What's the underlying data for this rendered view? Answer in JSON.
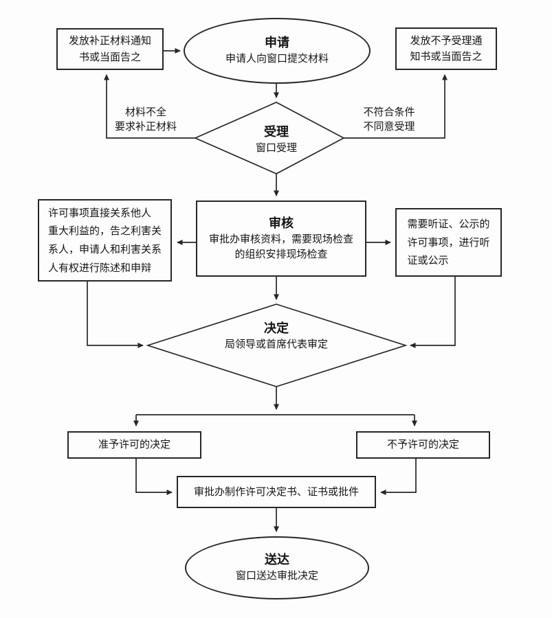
{
  "meta": {
    "background_color": "#fdfdfd",
    "line_color": "#262626",
    "text_color": "#141414"
  },
  "nodes": {
    "issue_supplement_notice": {
      "text": "发放补正材料通知\n书或当面告之"
    },
    "apply": {
      "title": "申请",
      "subtitle": "申请人向窗口提交材料"
    },
    "issue_rejection_notice": {
      "text": "发放不予受理通\n知书或当面告之"
    },
    "accept": {
      "title": "受理",
      "subtitle": "窗口受理"
    },
    "review": {
      "title": "审核",
      "subtitle": "审批办审核资料，需要现场检查\n的组织安排现场检查"
    },
    "notify_stakeholders": {
      "text": "许可事项直接关系他人\n重大利益的，告之利害关\n系人，申请人和利害关系\n人有权进行陈述和申辩"
    },
    "hearing_publicity": {
      "text": "需要听证、公示的\n许可事项，进行听\n证或公示"
    },
    "decision": {
      "title": "决定",
      "subtitle": "局领导或首席代表审定"
    },
    "grant_decision": {
      "text": "准予许可的决定"
    },
    "deny_decision": {
      "text": "不予许可的决定"
    },
    "produce_documents": {
      "text": "审批办制作许可决定书、证书或批件"
    },
    "deliver": {
      "title": "送达",
      "subtitle": "窗口送达审批决定"
    }
  },
  "edge_labels": {
    "materials_incomplete": "材料不全\n要求补正材料",
    "not_qualified": "不符合条件\n不同意受理"
  }
}
